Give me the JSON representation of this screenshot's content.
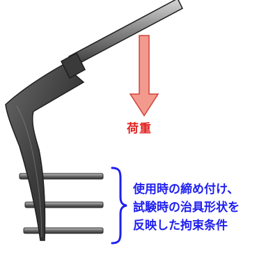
{
  "diagram": {
    "load_label": "荷重",
    "constraint_note": [
      "使用時の締め付け、",
      "試験時の治具形状を",
      "反映した拘束条件"
    ],
    "colors": {
      "load_arrow_fill": "#f39a8e",
      "load_arrow_stroke": "#d0403a",
      "load_text": "#e0201f",
      "note_text": "#1e1ef0",
      "brace": "#1e1ef0",
      "frame_dark": "#4a4a4a",
      "frame_edge": "#1e1e1e",
      "bar_fill": "#6a6a6a"
    }
  }
}
